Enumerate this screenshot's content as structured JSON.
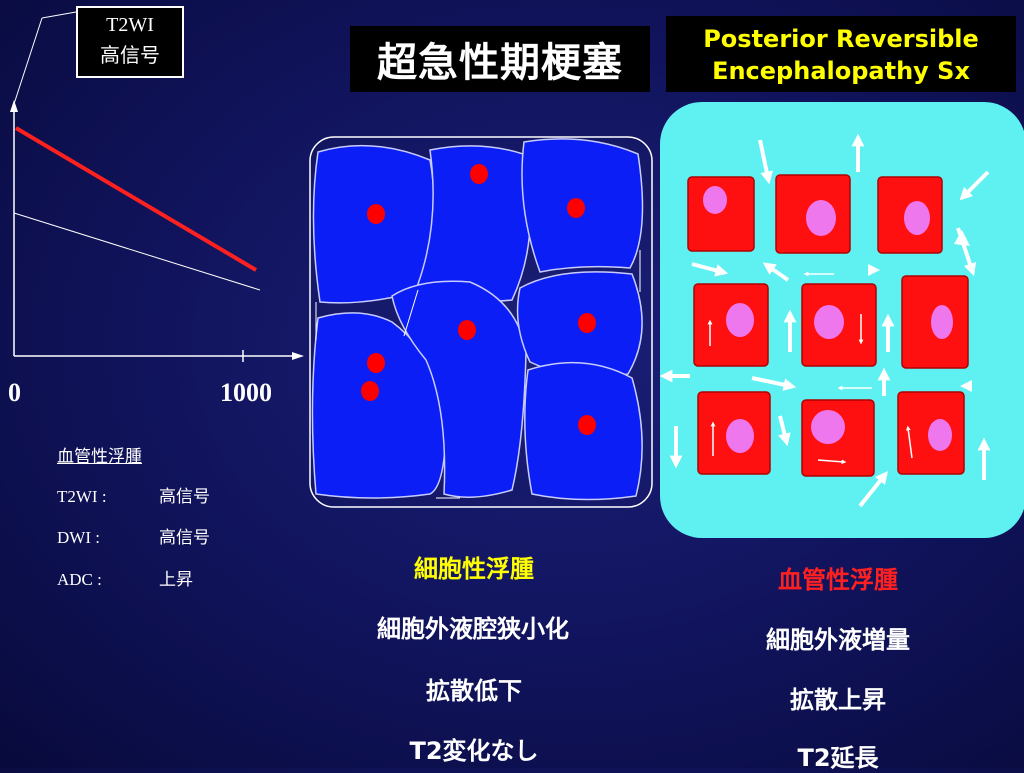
{
  "t2wi_box": {
    "line1": "T2WI",
    "line2": "高信号"
  },
  "title": "超急性期梗塞",
  "pres_box": {
    "line1": "Posterior Reversible",
    "line2": "Encephalopathy Sx"
  },
  "axis": {
    "zero": "0",
    "thousand": "1000"
  },
  "legend": {
    "title": "血管性浮腫",
    "rows": [
      {
        "label": "T2WI :",
        "value": "高信号"
      },
      {
        "label": "DWI :",
        "value": "高信号"
      },
      {
        "label": "ADC :",
        "value": "上昇"
      }
    ]
  },
  "cytotoxic": {
    "heading": "細胞性浮腫",
    "line1": "細胞外液腔狭小化",
    "line2": "拡散低下",
    "line3": "T2変化なし"
  },
  "vasogenic": {
    "heading": "血管性浮腫",
    "line1": "細胞外液増量",
    "line2": "拡散上昇",
    "line3": "T2延長"
  },
  "colors": {
    "cell_blue": "#0b1ef5",
    "nucleus_red": "#ff0000",
    "cyan_panel": "#5ff0f2",
    "red_cell": "#ff1010",
    "pink_nucleus": "#ee77ee",
    "heading_yellow": "#ffff00",
    "heading_red": "#ff2020"
  }
}
